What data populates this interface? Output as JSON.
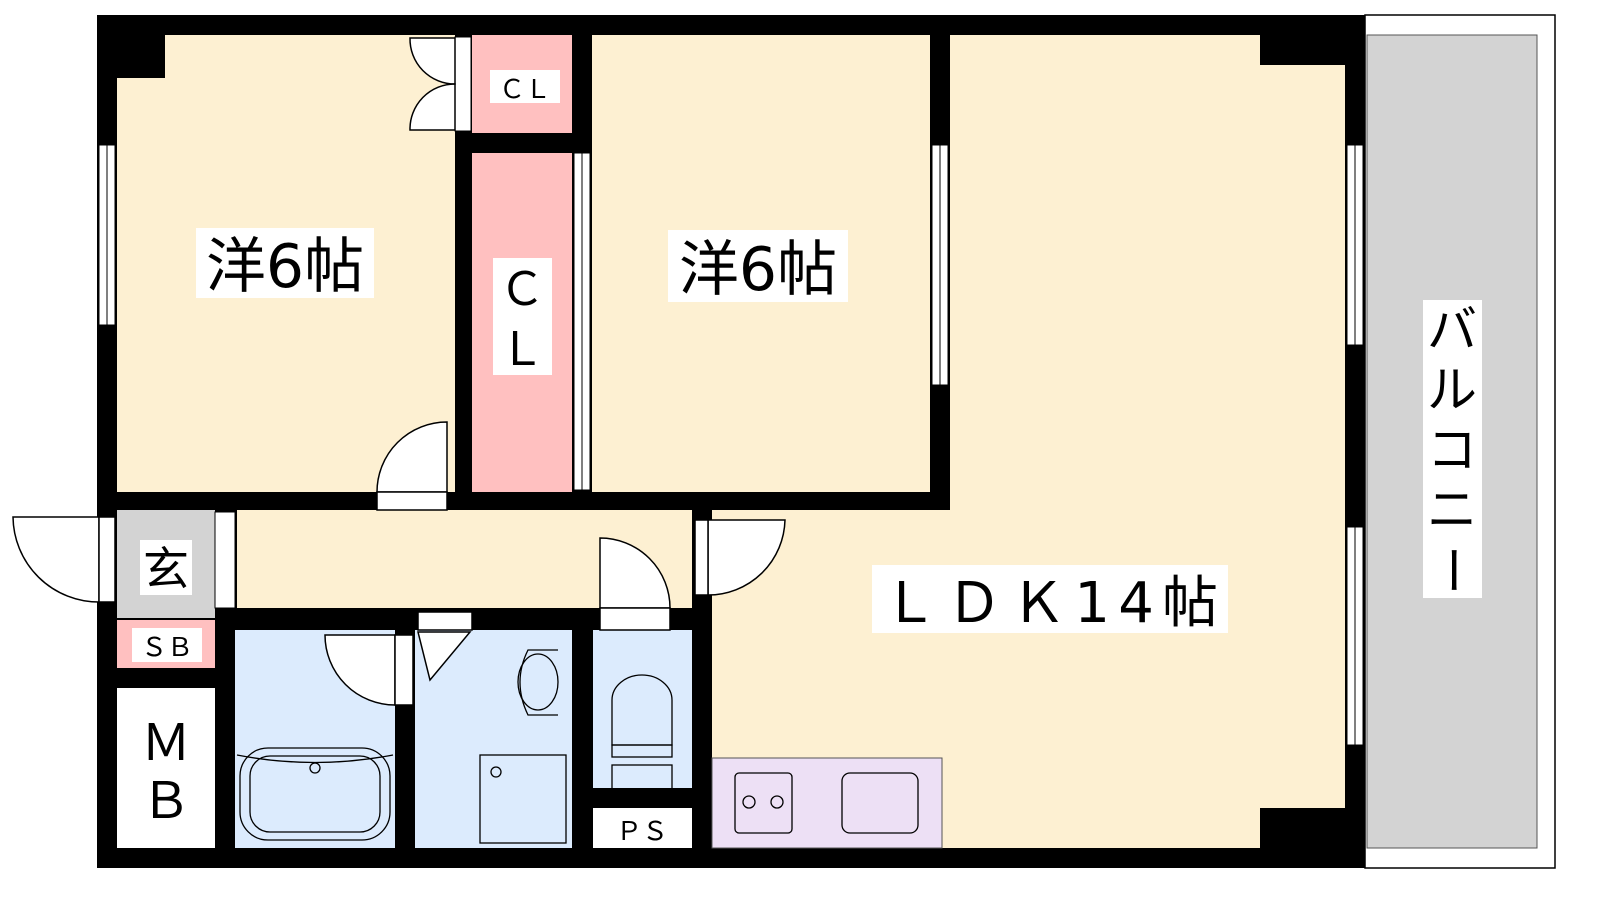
{
  "rooms": {
    "western_room_1": "洋6帖",
    "western_room_2": "洋6帖",
    "ldk": "ＬＤＫ14帖",
    "closet_small": "ＣＬ",
    "closet_tall_c": "Ｃ",
    "closet_tall_l": "Ｌ",
    "entrance": "玄",
    "shoe_box": "ＳＢ",
    "meter_box_m": "Ｍ",
    "meter_box_b": "Ｂ",
    "pipe_space": "ＰＳ",
    "balcony": [
      "バ",
      "ル",
      "コ",
      "ニ",
      "ー"
    ]
  },
  "colors": {
    "room": "#fdf0d2",
    "closet": "#ffc0c0",
    "wet": "#dcebfd",
    "entrance": "#d3d3d3",
    "kitchen": "#ede0f5",
    "balcony": "#d3d3d3",
    "wall": "#000000"
  }
}
